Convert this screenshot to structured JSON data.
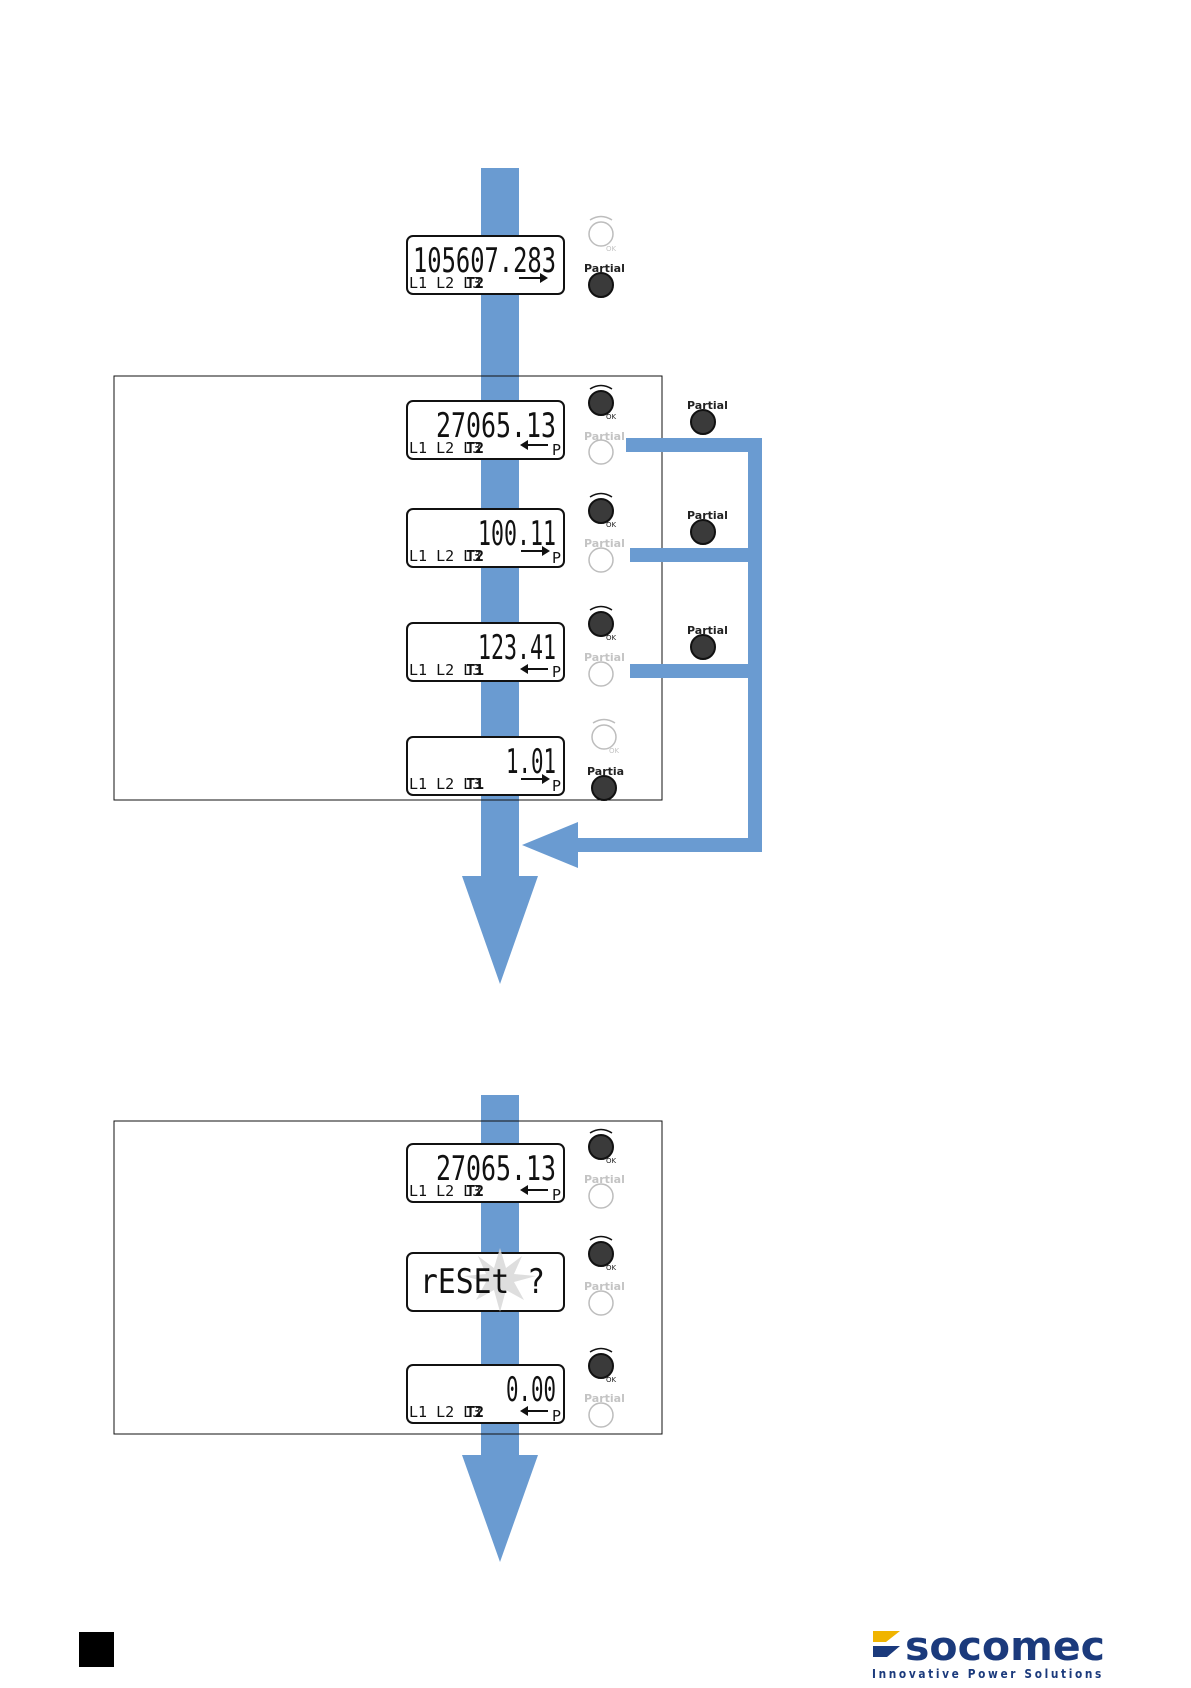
{
  "sequence_top": {
    "initial_display": {
      "value": "105607.283",
      "phases": "L1 L2 L3",
      "tariff": "T2",
      "arrow": "right",
      "suffix": ""
    },
    "displays": [
      {
        "value": "27065.13",
        "phases": "L1 L2 L3",
        "tariff": "T2",
        "arrow": "left",
        "suffix": "P"
      },
      {
        "value": "100.11",
        "phases": "L1 L2 L3",
        "tariff": "T2",
        "arrow": "right",
        "suffix": "P"
      },
      {
        "value": "123.41",
        "phases": "L1 L2 L3",
        "tariff": "T1",
        "arrow": "left",
        "suffix": "P"
      },
      {
        "value": "1.01",
        "phases": "L1 L2 L3",
        "tariff": "T1",
        "arrow": "right",
        "suffix": "P"
      }
    ],
    "partial_labels": [
      "Partial",
      "Partial",
      "Partial",
      "Partial",
      "Partia"
    ],
    "side_partial_labels": [
      "Partial",
      "Partial",
      "Partial"
    ]
  },
  "sequence_bottom": {
    "displays": [
      {
        "value": "27065.13",
        "phases": "L1 L2 L3",
        "tariff": "T2",
        "arrow": "left",
        "suffix": "P"
      },
      {
        "value": "rESEt ?",
        "phases": "",
        "tariff": "",
        "arrow": "",
        "suffix": ""
      },
      {
        "value": "0.00",
        "phases": "L1 L2 L3",
        "tariff": "T2",
        "arrow": "left",
        "suffix": "P"
      }
    ],
    "partial_labels": [
      "Partial",
      "Partial",
      "Partial"
    ]
  },
  "ok_label": "OK",
  "logo": {
    "brand": "socomec",
    "tagline": "Innovative Power Solutions"
  },
  "colors": {
    "flow_arrow": "#6a9bd1",
    "button_dark": "#3a3a3a",
    "button_light": "#bdbdbd",
    "brand": "#1b3a7c",
    "brand_accent": "#f0b400"
  }
}
